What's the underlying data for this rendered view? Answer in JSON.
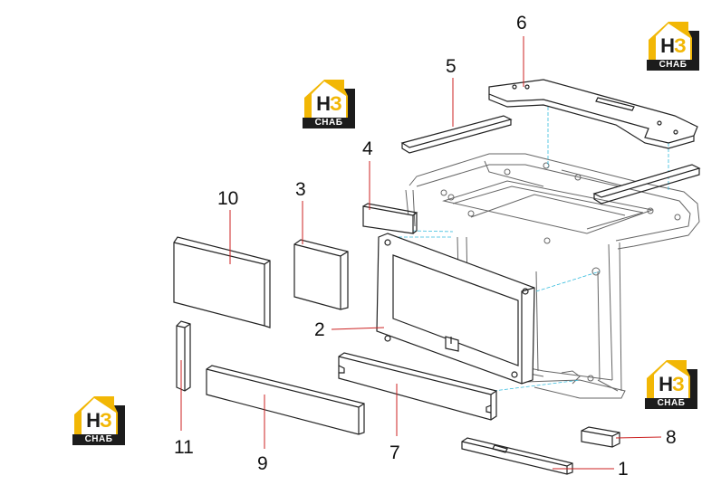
{
  "logo": {
    "mark_left": "Н",
    "mark_right": "З",
    "caption": "СНАБ"
  },
  "callouts": [
    {
      "id": "1",
      "label": "1"
    },
    {
      "id": "2",
      "label": "2"
    },
    {
      "id": "3",
      "label": "3"
    },
    {
      "id": "4",
      "label": "4"
    },
    {
      "id": "5",
      "label": "5"
    },
    {
      "id": "6",
      "label": "6"
    },
    {
      "id": "7",
      "label": "7"
    },
    {
      "id": "8",
      "label": "8"
    },
    {
      "id": "9",
      "label": "9"
    },
    {
      "id": "10",
      "label": "10"
    },
    {
      "id": "11",
      "label": "11"
    }
  ],
  "colors": {
    "outline": "#222222",
    "part_fill": "#ffffff",
    "frame_lines": "#666666",
    "leader_lines": "#cc2222",
    "assembly_lines": "#33bbdd",
    "logo_yellow": "#f2b705",
    "logo_dark": "#1c1c1c"
  }
}
